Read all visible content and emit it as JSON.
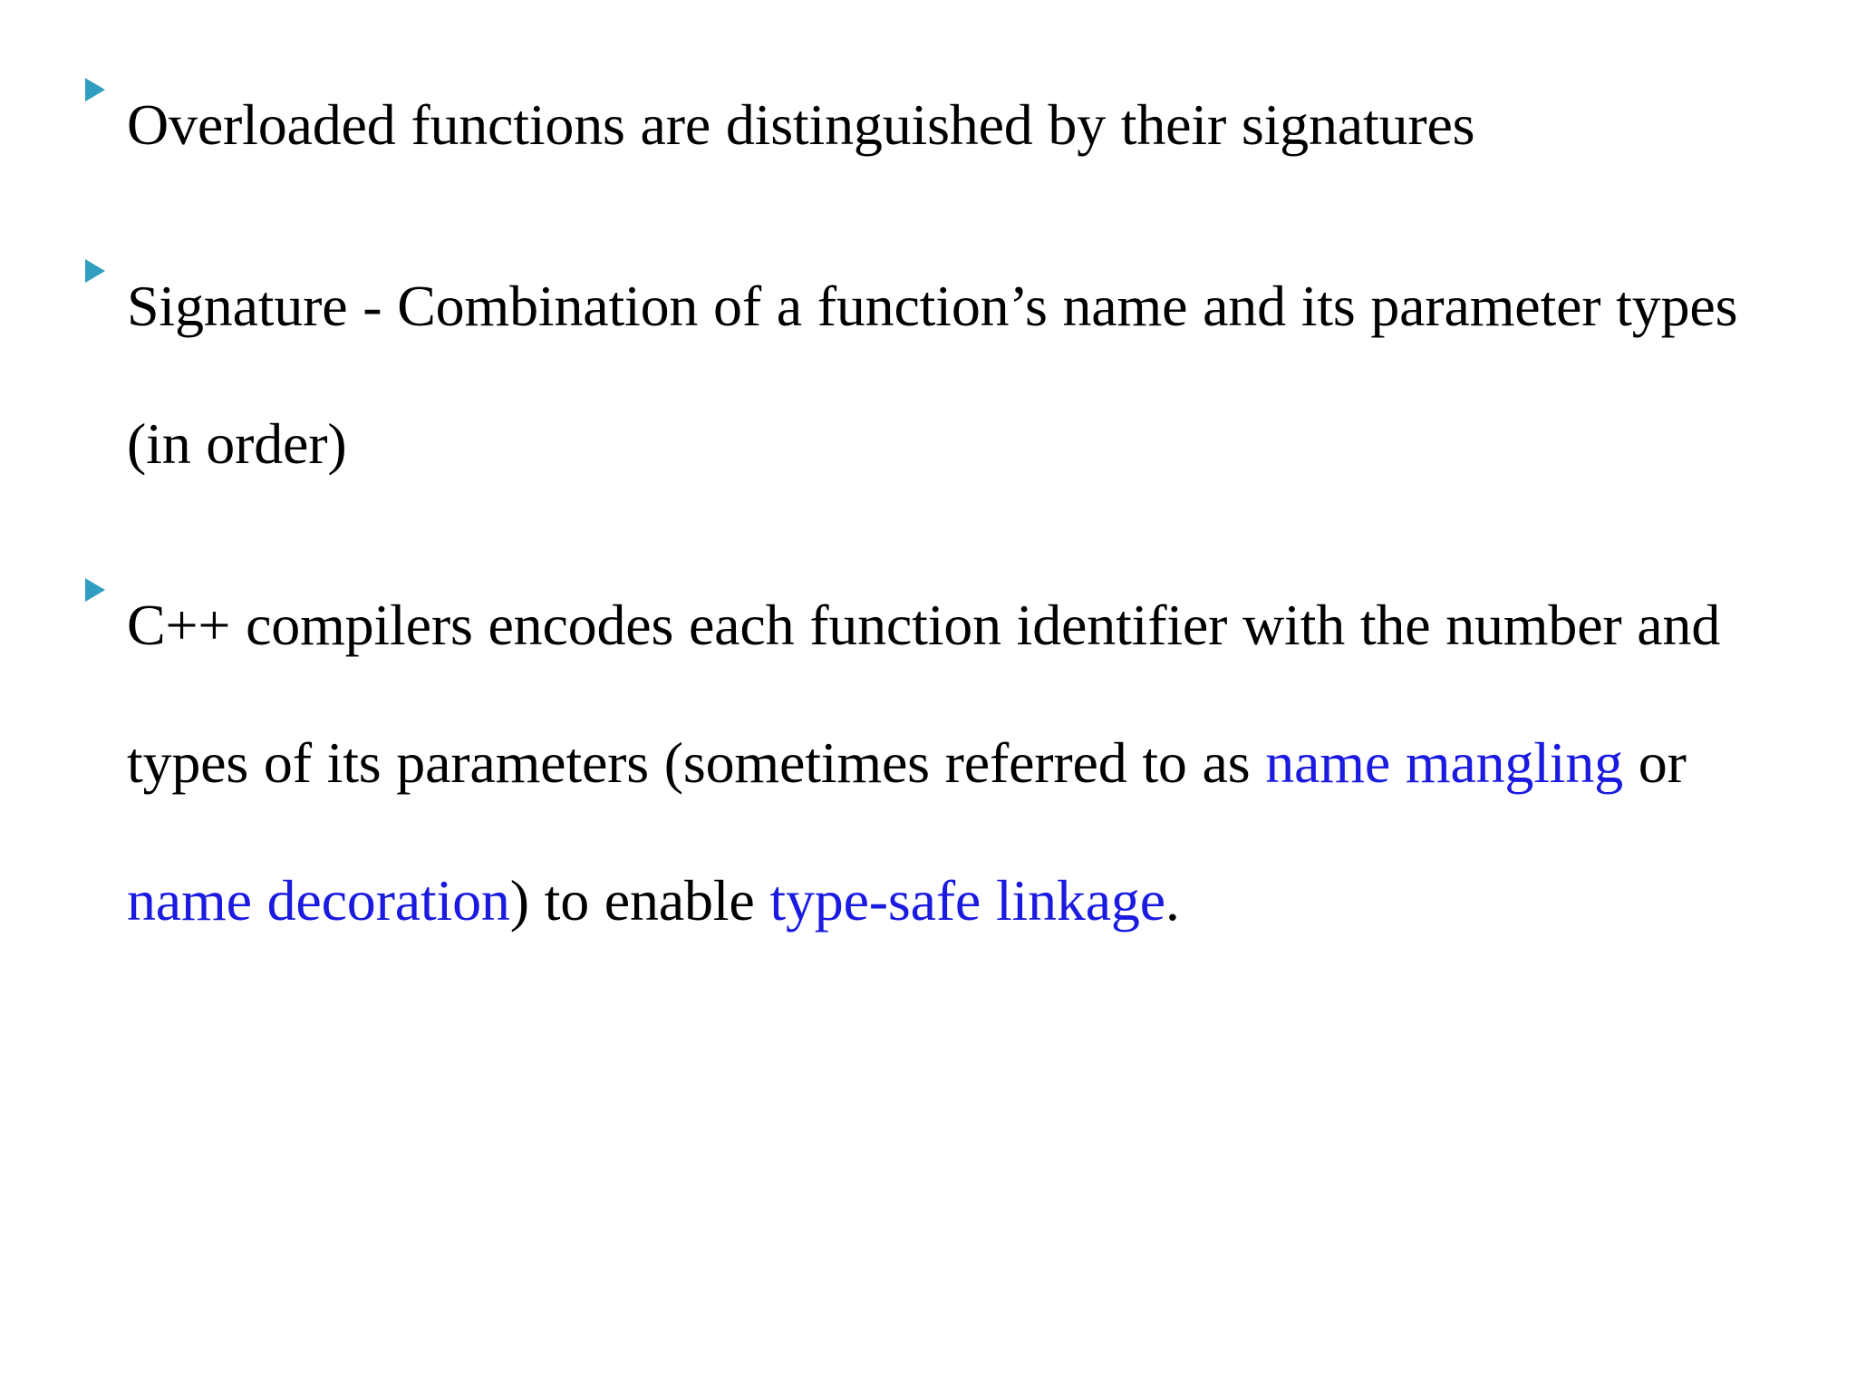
{
  "slide": {
    "background_color": "#ffffff",
    "bullet_color": "#2f9ec0",
    "text_color": "#000000",
    "highlight_color": "#1a1ae0",
    "bullet_icon": "triangle-right-icon",
    "bullets": [
      {
        "id": "bullet-1",
        "runs": [
          {
            "text": "Overloaded functions are distinguished by their signatures",
            "color": "black"
          }
        ],
        "plain": "Overloaded functions are distinguished by their signatures"
      },
      {
        "id": "bullet-2",
        "runs": [
          {
            "text": "Signature - Combination of a function’s name and its parameter types (in order)",
            "color": "black"
          }
        ],
        "plain": "Signature - Combination of a function’s name and its parameter types (in order)"
      },
      {
        "id": "bullet-3",
        "runs": [
          {
            "text": "C++ compilers encodes each function identifier with the number and types of its parameters (sometimes referred to as ",
            "color": "black"
          },
          {
            "text": "name mangling",
            "color": "blue"
          },
          {
            "text": " or ",
            "color": "black"
          },
          {
            "text": "name decoration",
            "color": "blue"
          },
          {
            "text": ") to enable ",
            "color": "black"
          },
          {
            "text": "type-safe linkage",
            "color": "blue"
          },
          {
            "text": ".",
            "color": "black"
          }
        ],
        "plain": "C++ compilers encodes each function identifier with the number and types of its parameters (sometimes referred to as name mangling or name decoration) to enable type-safe linkage."
      }
    ]
  }
}
